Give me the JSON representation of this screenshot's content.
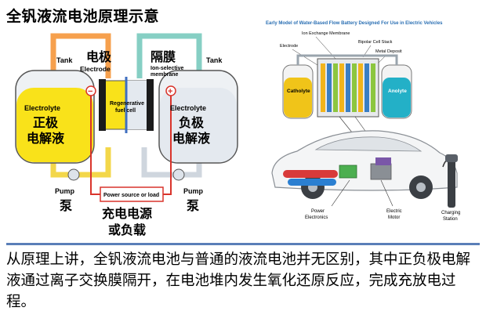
{
  "title": "全钒液流电池原理示意",
  "left": {
    "tank_left": "Tank",
    "tank_right": "Tank",
    "electrode_cn": "电极",
    "electrode_en": "Electrode",
    "membrane_cn": "隔膜",
    "membrane_en_1": "Ion-selective",
    "membrane_en_2": "membrane",
    "minus": "−",
    "plus": "+",
    "fuel_cell_1": "Regenerative",
    "fuel_cell_2": "fuel cell",
    "electrolyte_left_en": "Electrolyte",
    "electrolyte_left_cn_1": "正极",
    "electrolyte_left_cn_2": "电解液",
    "electrolyte_right_en": "Electrolyte",
    "electrolyte_right_cn_1": "负极",
    "electrolyte_right_cn_2": "电解液",
    "pump_en_left": "Pump",
    "pump_cn_left": "泵",
    "pump_en_right": "Pump",
    "pump_cn_right": "泵",
    "power_box": "Power source or load",
    "power_cn_1": "充电电源",
    "power_cn_2": "或负载"
  },
  "right": {
    "title": "Early Model of Water-Based Flow Battery Designed For Use in Electric Vehicles",
    "ion_membrane": "Ion Exchange Membrane",
    "electrode": "Electrode",
    "bipolar": "Bipolar Cell Stack",
    "metal": "Metal Deposit",
    "catholyte": "Catholyte",
    "anolyte": "Anolyte",
    "power_electronics_1": "Power",
    "power_electronics_2": "Electronics",
    "electric_motor_1": "Electric",
    "electric_motor_2": "Motor",
    "charging_1": "Charging",
    "charging_2": "Station"
  },
  "body": "从原理上讲，全钒液流电池与普通的液流电池并无区别，其中正负极电解液通过离子交换膜隔开，在电池堆内发生氧化还原反应，完成充放电过程。",
  "colors": {
    "flow_orange": "#f6a04d",
    "flow_yellow": "#f3d74a",
    "flow_teal": "#86cfc4",
    "electrolyte_yellow": "#f9e21a",
    "electrolyte_grey": "#e4e9ef",
    "wire_red": "#d9342b",
    "membrane_blue": "#3f6fbf",
    "rule_blue": "#5a7fb8"
  }
}
